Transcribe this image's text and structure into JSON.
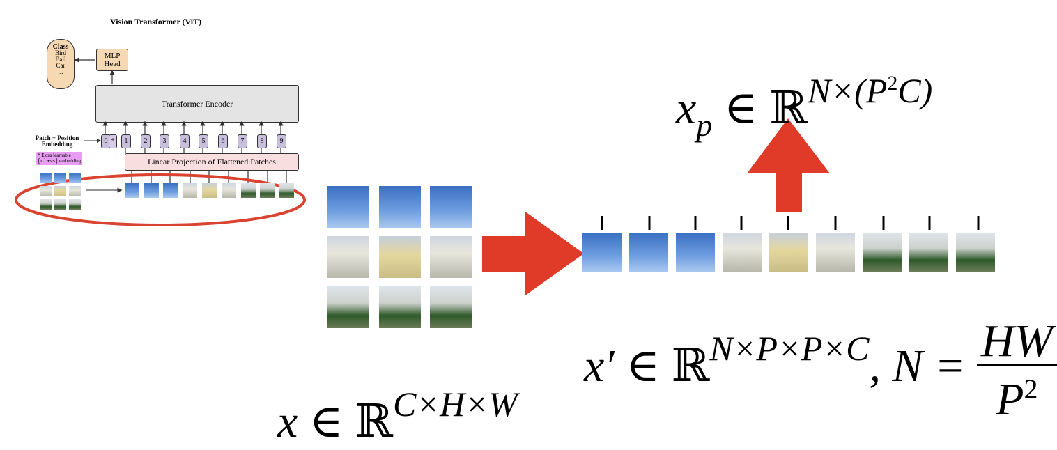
{
  "vit": {
    "title": "Vision Transformer (ViT)",
    "class_box": {
      "title": "Class",
      "items": [
        "Bird",
        "Ball",
        "Car",
        "..."
      ]
    },
    "mlp_head": {
      "line1": "MLP",
      "line2": "Head"
    },
    "encoder": "Transformer Encoder",
    "embedding_label": {
      "line1": "Patch + Position",
      "line2": "Embedding"
    },
    "extra_note": {
      "line1": "* Extra learnable",
      "code": "[class]",
      "line2": " embedding"
    },
    "linear_projection": "Linear Projection of Flattened Patches",
    "position_tokens": [
      "0",
      "1",
      "2",
      "3",
      "4",
      "5",
      "6",
      "7",
      "8",
      "9"
    ],
    "class_token": "*"
  },
  "equations": {
    "xp": {
      "base": "x",
      "sub": "p",
      "rel": " ∈ ℝ",
      "sup_pre": "N×(P",
      "sup_sq": "2",
      "sup_post": "C)"
    },
    "xprime": {
      "base": "x′",
      "rel": " ∈ ℝ",
      "sup": "N×P×P×C",
      "comma": ", N = ",
      "num": "HW",
      "den_base": "P",
      "den_sup": "2"
    },
    "x": {
      "base": "x",
      "rel": " ∈ ℝ",
      "sup": "C×H×W"
    }
  },
  "colors": {
    "arrow": "#e03b28",
    "ellipse": "#d9432f",
    "class_fill": "#f6d9b3",
    "encoder_fill": "#e4e4e4",
    "projection_fill": "#f8dede",
    "token_fill": "#d9cbe8",
    "note_fill": "#e79ef2"
  }
}
